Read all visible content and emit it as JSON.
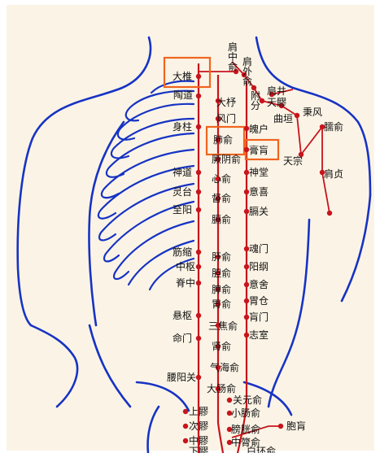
{
  "labels": {
    "dazhui": "大椎",
    "taodao": "陶道",
    "shenzhu": "身柱",
    "shendao": "神道",
    "lingtai": "灵台",
    "zhiyang": "至阳",
    "jinsuo": "筋缩",
    "zhongshu": "中枢",
    "jizhong": "脊中",
    "xuanshu": "悬枢",
    "mingmen": "命门",
    "yaoyangguan": "腰阳关",
    "shangliao": "上髎",
    "ciliao": "次髎",
    "zhongliao": "中髎",
    "xialiao": "下髎",
    "dazhu": "大杼",
    "fengmen": "风门",
    "feishu": "肺俞",
    "jueyinshu": "厥阴俞",
    "xinshu": "心俞",
    "dushu": "督俞",
    "geshu": "膈俞",
    "ganshu": "肝俞",
    "danshu": "胆俞",
    "pishu": "脾俞",
    "weishu": "胃俞",
    "sanjiaoshu": "三焦俞",
    "shenshu": "肾俞",
    "qihaishu": "气海俞",
    "dachangshu": "大肠俞",
    "guanyuanshu": "关元俞",
    "xiaochangshu": "小肠俞",
    "pangguangshu": "膀胱俞",
    "zhonglushu": "中膂俞",
    "baihuanshu": "白环俞",
    "pohu": "魄户",
    "gaohuang": "膏肓",
    "shentang": "神堂",
    "yixi": "意喜",
    "geguan": "膈关",
    "hunmen": "魂门",
    "yanggang": "阳纲",
    "yishe": "意舍",
    "weicang": "胃仓",
    "huangmen": "肓门",
    "zhishi": "志室",
    "baohuang": "胞肓",
    "jianzhongshu_1": "肩",
    "jianzhongshu_2": "中",
    "jianzhongshu_3": "俞",
    "jianwaishu_1": "肩",
    "jianwaishu_2": "外",
    "jianwaishu_3": "俞",
    "fufen_1": "附",
    "fufen_2": "分",
    "jianjing": "肩井",
    "tianliao": "天髎",
    "quyuan": "曲垣",
    "bingfeng": "秉风",
    "naoshu": "臑俞",
    "tianzong": "天宗",
    "jianzhen": "肩贞"
  },
  "colors": {
    "meridian": "#c8141c",
    "outline": "#1733c4",
    "highlight": "#f0641e",
    "panel": "#fbf4e6"
  }
}
